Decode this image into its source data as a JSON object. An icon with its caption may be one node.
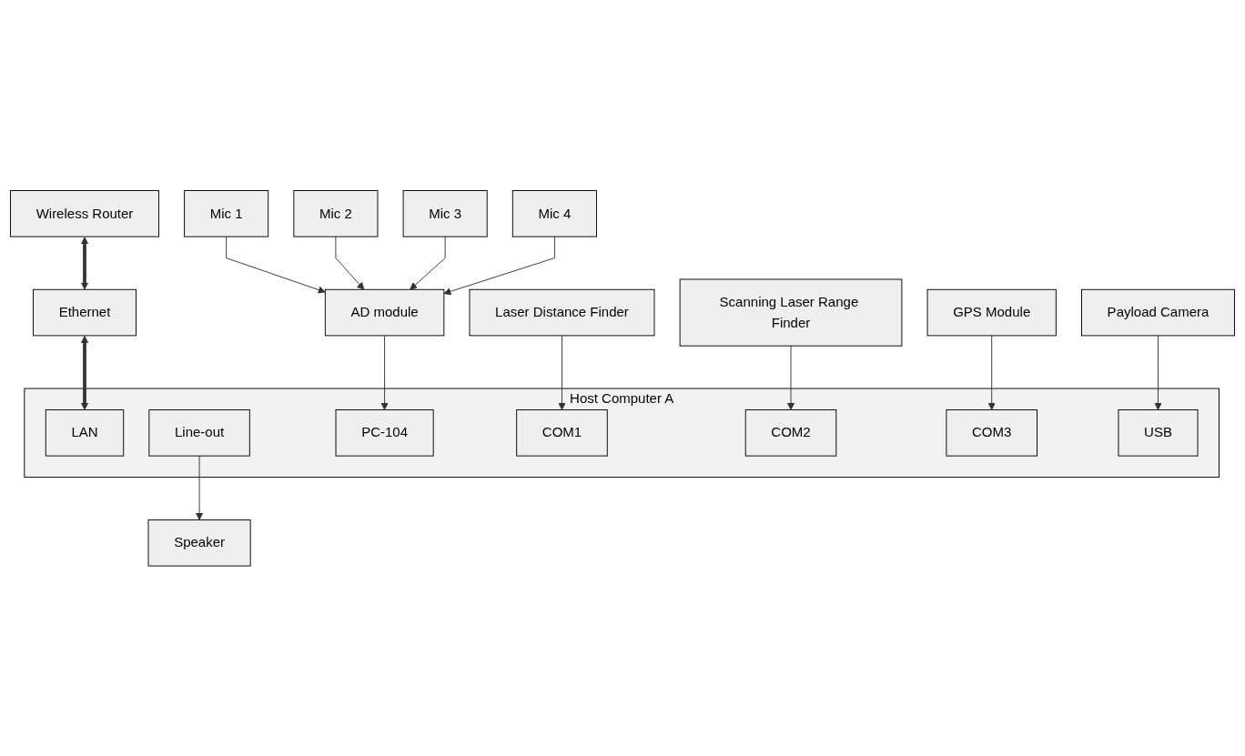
{
  "diagram": {
    "nodes": [
      {
        "text": [
          "Wireless Router"
        ]
      },
      {
        "text": [
          "Ethernet"
        ]
      },
      {
        "text": [
          "Host Computer A"
        ]
      },
      {
        "text": [
          "LAN"
        ],
        "in": 2
      },
      {
        "text": [
          "Line-out"
        ],
        "in": 2
      },
      {
        "text": [
          "PC-104"
        ],
        "in": 2
      },
      {
        "text": [
          "COM1"
        ],
        "in": 2
      },
      {
        "text": [
          "COM2"
        ],
        "in": 2
      },
      {
        "text": [
          "COM3"
        ],
        "in": 2
      },
      {
        "text": [
          "USB"
        ],
        "in": 2
      },
      {
        "text": [
          "Speaker"
        ]
      },
      {
        "text": [
          "AD module"
        ]
      },
      {
        "text": [
          "Laser Distance Finder"
        ]
      },
      {
        "text": [
          "Scanning Laser Range Finder"
        ]
      },
      {
        "text": [
          "GPS Module"
        ]
      },
      {
        "text": [
          "Payload Camera"
        ]
      },
      {
        "text": [
          "Mic 1"
        ]
      },
      {
        "text": [
          "Mic 2"
        ]
      },
      {
        "text": [
          "Mic 3"
        ]
      },
      {
        "text": [
          "Mic 4"
        ]
      }
    ],
    "edges": [
      {
        "from": 0,
        "to": 1,
        "arrow": "both",
        "style": "thick"
      },
      {
        "from": 1,
        "to": 3,
        "arrow": "both",
        "style": "thick"
      },
      {
        "from": 4,
        "to": 10,
        "arrow": "to"
      },
      {
        "from": 11,
        "to": 5,
        "arrow": "to"
      },
      {
        "from": 12,
        "to": 6,
        "arrow": "to"
      },
      {
        "from": 13,
        "to": 7,
        "arrow": "to"
      },
      {
        "from": 14,
        "to": 8,
        "arrow": "to"
      },
      {
        "from": 15,
        "to": 9,
        "arrow": "to"
      },
      {
        "from": 16,
        "to": 11,
        "arrow": "to"
      },
      {
        "from": 17,
        "to": 11,
        "arrow": "to"
      },
      {
        "from": 18,
        "to": 11,
        "arrow": "to"
      },
      {
        "from": 19,
        "to": 11,
        "arrow": "to"
      }
    ]
  }
}
